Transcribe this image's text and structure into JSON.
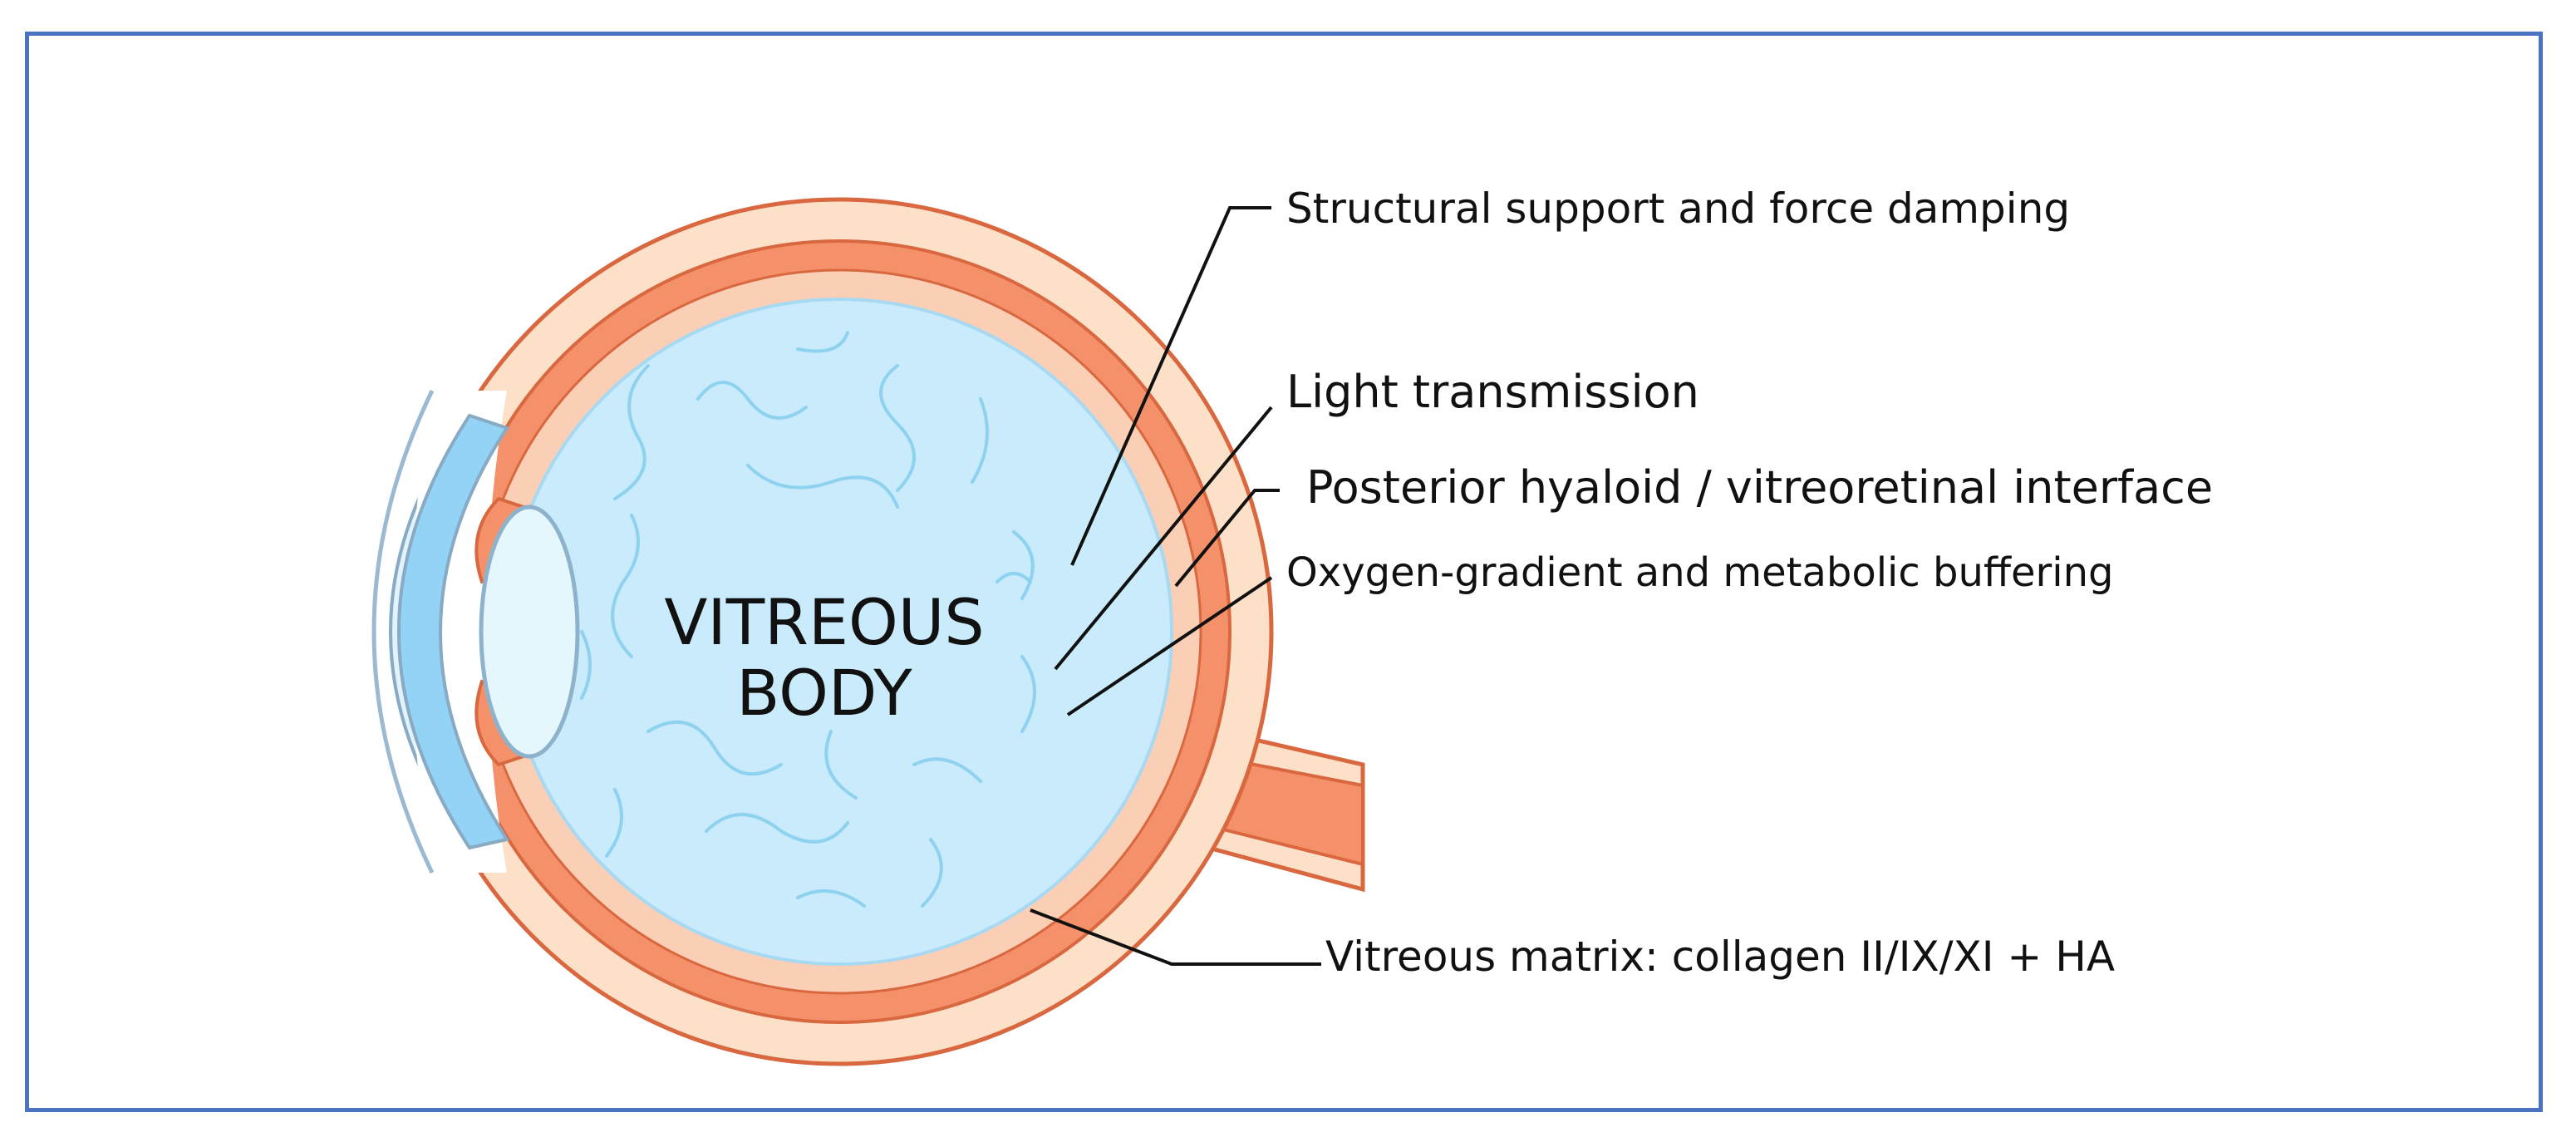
{
  "center_label": {
    "line1": "VITREOUS",
    "line2": "BODY"
  },
  "annotations": [
    {
      "id": "structural",
      "text": "Structural support and force damping"
    },
    {
      "id": "light",
      "text": "Light transmission"
    },
    {
      "id": "hyaloid",
      "text": "Posterior hyaloid / vitreoretinal interface"
    },
    {
      "id": "oxygen",
      "text": "Oxygen-gradient and metabolic buffering"
    },
    {
      "id": "matrix",
      "text": "Vitreous matrix: collagen II/IX/XI + HA"
    }
  ],
  "colors": {
    "frame": "#4a74c0",
    "sclera": "#fde0c8",
    "choroid": "#f4916a",
    "outline": "#d9673f",
    "vitreous": "#c9ebfb",
    "vitreous_fibers": "#8fd2f0",
    "cornea": "#e3f3fc",
    "iris_fluid": "#93d3f5",
    "lens": "#e6f6fd"
  }
}
